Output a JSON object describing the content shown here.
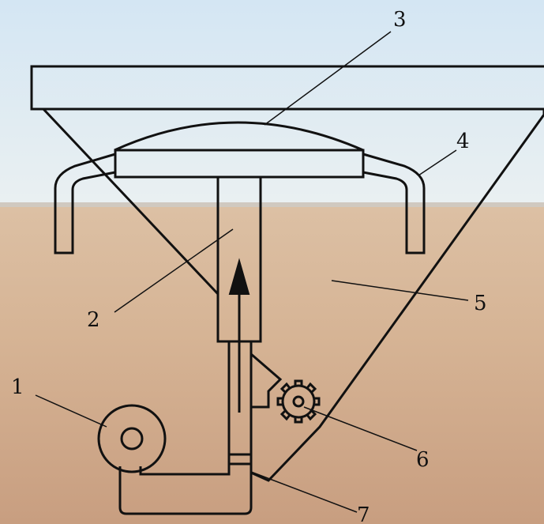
{
  "labels": {
    "one": "1",
    "two": "2",
    "three": "3",
    "four": "4",
    "five": "5",
    "six": "6",
    "seven": "7"
  },
  "colors": {
    "sky_top": "#d9e9f4",
    "sky_bottom": "#e7eef2",
    "ground_far": "#d9b896",
    "ground_near": "#c9a080",
    "line": "#111111",
    "part_fill": "#ffffff"
  }
}
